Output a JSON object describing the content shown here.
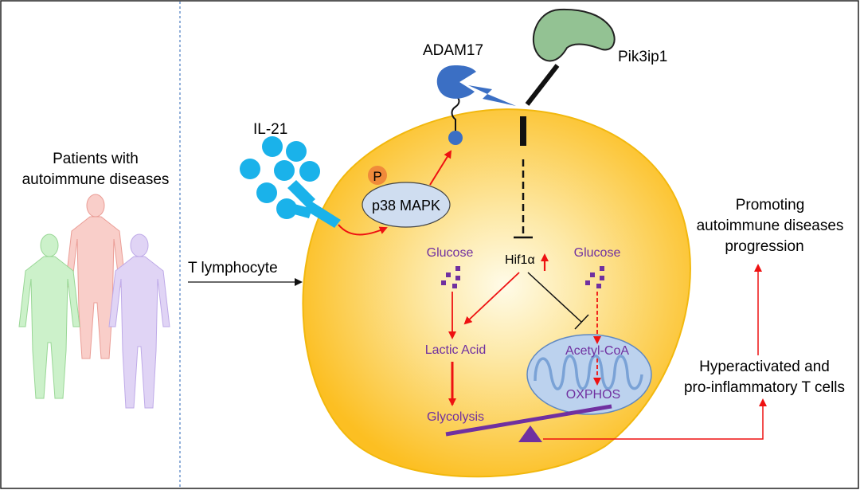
{
  "left_panel": {
    "patients_line1": "Patients with",
    "patients_line2": "autoimmune diseases",
    "t_lymphocyte": "T lymphocyte"
  },
  "cell": {
    "il21": "IL-21",
    "adam17": "ADAM17",
    "pik3ip1": "Pik3ip1",
    "phospho": "P",
    "p38": "p38 MAPK",
    "hif1a": "Hif1α",
    "glucose_left": "Glucose",
    "glucose_right": "Glucose",
    "lactic_acid": "Lactic Acid",
    "acetyl_coa": "Acetyl-CoA",
    "oxphos": "OXPHOS",
    "glycolysis": "Glycolysis"
  },
  "outcome": {
    "promoting_line1": "Promoting",
    "promoting_line2": "autoimmune diseases",
    "promoting_line3": "progression",
    "hyper_line1": "Hyperactivated and",
    "hyper_line2": "pro-inflammatory T cells"
  },
  "colors": {
    "cell_fill": "#fcc52f",
    "il21_blue": "#1ab2ea",
    "adam17_blue": "#3b6fc4",
    "pik3ip1_green": "#93c293",
    "purple": "#7030a0",
    "arrow_red": "#ee1111",
    "phospho_orange": "#f08a3a",
    "p38_fill": "#cfddf0"
  }
}
